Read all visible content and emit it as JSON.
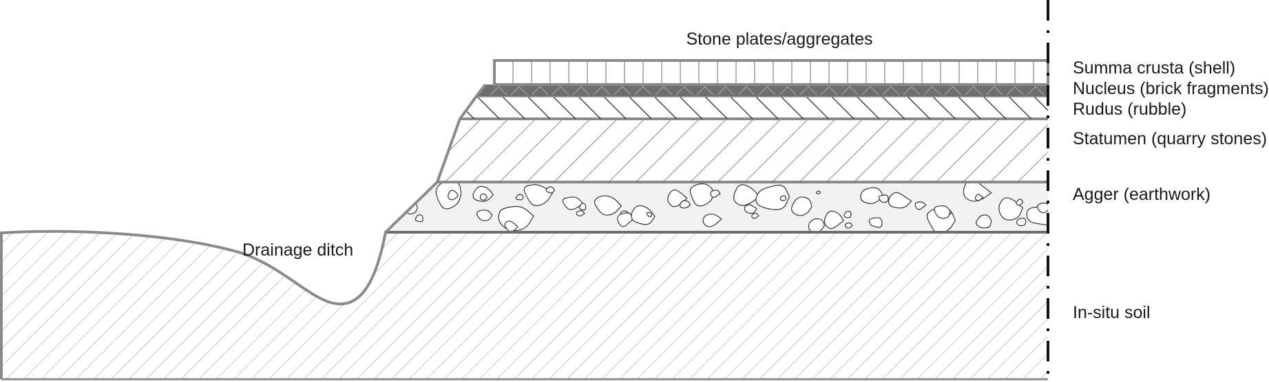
{
  "title": "Stone plates/aggregates",
  "ditch_label": "Drainage ditch",
  "layers": [
    {
      "key": "summa_crusta",
      "label": "Summa crusta (shell)"
    },
    {
      "key": "nucleus",
      "label": "Nucleus (brick fragments)"
    },
    {
      "key": "rudus",
      "label": "Rudus (rubble)"
    },
    {
      "key": "statumen",
      "label": "Statumen (quarry stones)"
    },
    {
      "key": "agger",
      "label": "Agger (earthwork)"
    },
    {
      "key": "in_situ_soil",
      "label": "In-situ soil"
    }
  ],
  "colors": {
    "outline": "#8a8a8a",
    "hatch": "#9a9a9a",
    "rudus_hatch": "#1a1a1a",
    "nucleus_fill": "#6e6e6e",
    "agger_fill": "#f2f2f2",
    "axis_line": "#111111",
    "text": "#1a1a1a"
  }
}
